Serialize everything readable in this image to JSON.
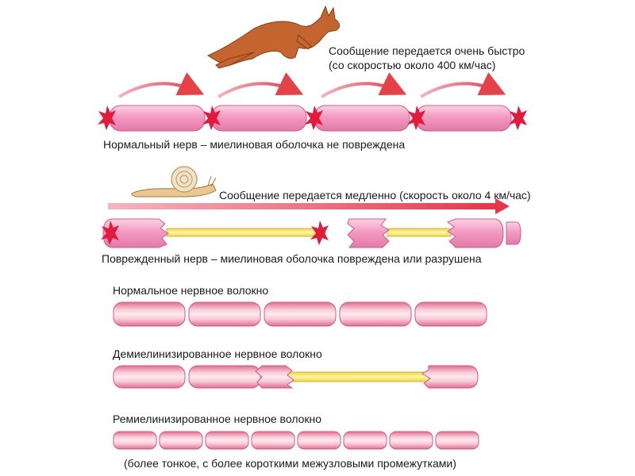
{
  "colors": {
    "myelin": "#f39ac2",
    "myelin_stroke": "#cf5a8d",
    "node": "#e21b3c",
    "axon": "#f5e553",
    "arrow": "#e64146",
    "kangaroo": "#c4652f",
    "snail_shell": "#f1e3c6"
  },
  "section_normal_fast": {
    "message": "Сообщение передается очень быстро",
    "speed": "(со скоростью около 400 км/час)",
    "caption": "Нормальный нерв – миелиновая оболочка не повреждена"
  },
  "section_damaged_slow": {
    "message": "Сообщение передается медленно (скорость около 4 км/час)",
    "caption": "Поврежденный нерв – миелиновая оболочка повреждена или разрушена"
  },
  "fibers": {
    "normal": "Нормальное нервное волокно",
    "demyelinated": "Демиелинизированное нервное волокно",
    "remyelinated": "Ремиелинизированное нервное волокно",
    "remyelinated_note": "(более тонкое, с более короткими межузловыми промежутками)"
  }
}
